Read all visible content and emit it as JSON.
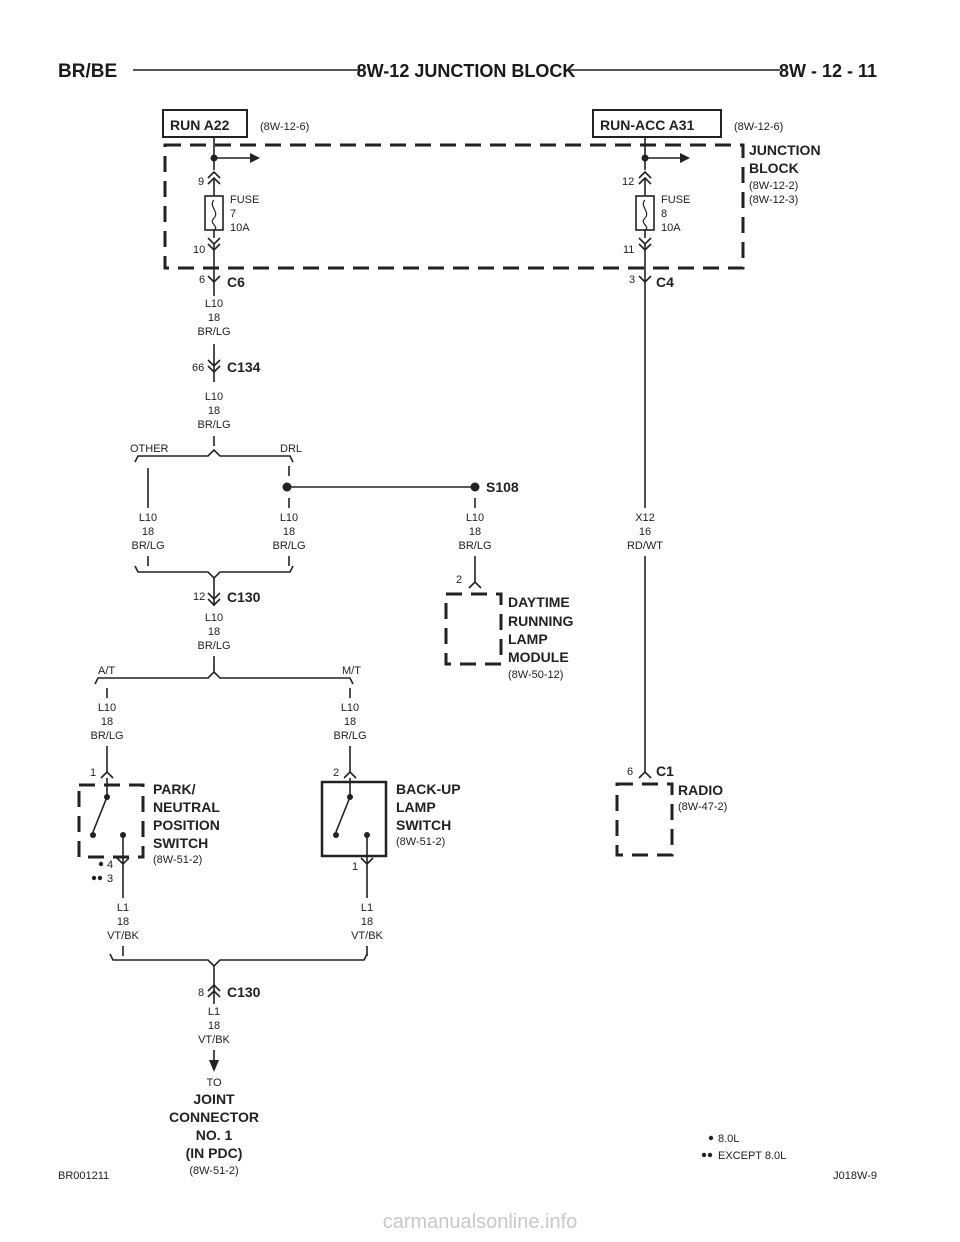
{
  "header": {
    "left": "BR/BE",
    "center": "8W-12 JUNCTION BLOCK",
    "right": "8W - 12 - 11"
  },
  "sources": {
    "run_a22": {
      "label": "RUN A22",
      "ref": "(8W-12-6)"
    },
    "run_acc_a31": {
      "label": "RUN-ACC A31",
      "ref": "(8W-12-6)"
    }
  },
  "junction_block": {
    "title_line1": "JUNCTION",
    "title_line2": "BLOCK",
    "ref1": "(8W-12-2)",
    "ref2": "(8W-12-3)"
  },
  "fuse7": {
    "pin_in": "9",
    "pin_out": "10",
    "label": "FUSE",
    "number": "7",
    "rating": "10A"
  },
  "fuse8": {
    "pin_in": "12",
    "pin_out": "11",
    "label": "FUSE",
    "number": "8",
    "rating": "10A"
  },
  "connectors": {
    "c6": {
      "name": "C6",
      "pin": "6"
    },
    "c4": {
      "name": "C4",
      "pin": "3"
    },
    "c134": {
      "name": "C134",
      "pin": "66"
    },
    "c130a": {
      "name": "C130",
      "pin": "12"
    },
    "c130b": {
      "name": "C130",
      "pin": "8"
    },
    "c1": {
      "name": "C1",
      "pin": "6"
    }
  },
  "wires": {
    "w1": {
      "circuit": "L10",
      "gauge": "18",
      "color": "BR/LG"
    },
    "w2": {
      "circuit": "L10",
      "gauge": "18",
      "color": "BR/LG"
    },
    "w_other": {
      "circuit": "L10",
      "gauge": "18",
      "color": "BR/LG"
    },
    "w_drl": {
      "circuit": "L10",
      "gauge": "18",
      "color": "BR/LG"
    },
    "w_s108": {
      "circuit": "L10",
      "gauge": "18",
      "color": "BR/LG"
    },
    "w_x12": {
      "circuit": "X12",
      "gauge": "16",
      "color": "RD/WT"
    },
    "w3": {
      "circuit": "L10",
      "gauge": "18",
      "color": "BR/LG"
    },
    "w_at": {
      "circuit": "L10",
      "gauge": "18",
      "color": "BR/LG"
    },
    "w_mt": {
      "circuit": "L10",
      "gauge": "18",
      "color": "BR/LG"
    },
    "w_l1a": {
      "circuit": "L1",
      "gauge": "18",
      "color": "VT/BK"
    },
    "w_l1b": {
      "circuit": "L1",
      "gauge": "18",
      "color": "VT/BK"
    },
    "w_l1c": {
      "circuit": "L1",
      "gauge": "18",
      "color": "VT/BK"
    }
  },
  "options": {
    "other": "OTHER",
    "drl": "DRL",
    "at": "A/T",
    "mt": "M/T"
  },
  "splice": {
    "name": "S108"
  },
  "drl_module": {
    "pin": "2",
    "line1": "DAYTIME",
    "line2": "RUNNING",
    "line3": "LAMP",
    "line4": "MODULE",
    "ref": "(8W-50-12)"
  },
  "park_switch": {
    "pin_top": "1",
    "pin_bot1": "4",
    "pin_bot2": "3",
    "line1": "PARK/",
    "line2": "NEUTRAL",
    "line3": "POSITION",
    "line4": "SWITCH",
    "ref": "(8W-51-2)"
  },
  "backup_switch": {
    "pin_top": "2",
    "pin_bot": "1",
    "line1": "BACK-UP",
    "line2": "LAMP",
    "line3": "SWITCH",
    "ref": "(8W-51-2)"
  },
  "radio": {
    "label": "RADIO",
    "ref": "(8W-47-2)"
  },
  "destination": {
    "to": "TO",
    "line1": "JOINT",
    "line2": "CONNECTOR",
    "line3": "NO. 1",
    "line4": "(IN PDC)",
    "ref": "(8W-51-2)"
  },
  "legend": {
    "single": "8.0L",
    "double": "EXCEPT 8.0L"
  },
  "footer": {
    "left": "BR001211",
    "right": "J018W-9"
  },
  "watermark": "carmanualsonline.info"
}
